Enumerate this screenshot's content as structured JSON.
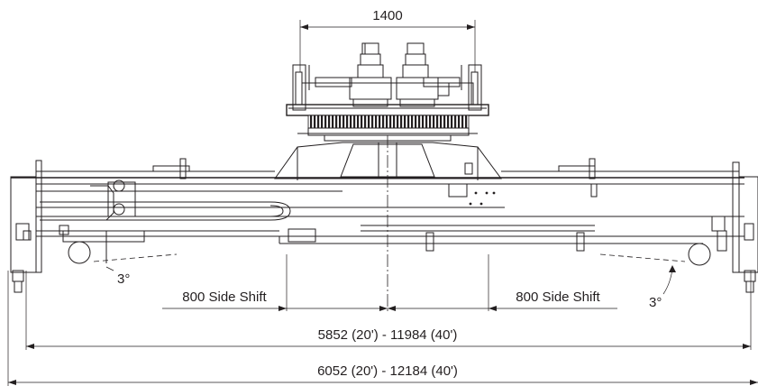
{
  "dimensions": {
    "rotator_width": "1400",
    "side_shift_left": "800 Side Shift",
    "side_shift_right": "800 Side Shift",
    "inner_span": "5852 (20') - 11984 (40')",
    "outer_span": "6052 (20') - 12184 (40')",
    "tilt_left": "3°",
    "tilt_right": "3°"
  },
  "colors": {
    "line": "#231f20",
    "background": "#ffffff"
  }
}
